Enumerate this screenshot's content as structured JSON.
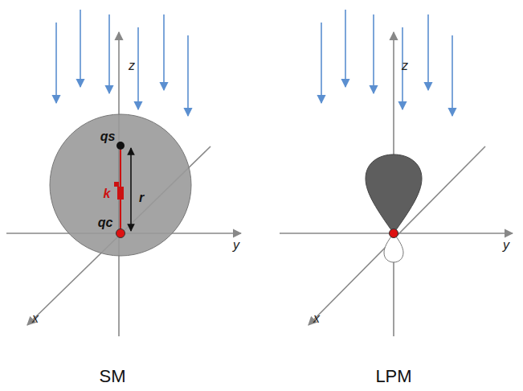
{
  "diagram": {
    "labels": [
      "z",
      "qs",
      "k",
      "r",
      "qc",
      "y",
      "x",
      "z",
      "y",
      "x",
      "SM",
      "LPM"
    ]
  }
}
